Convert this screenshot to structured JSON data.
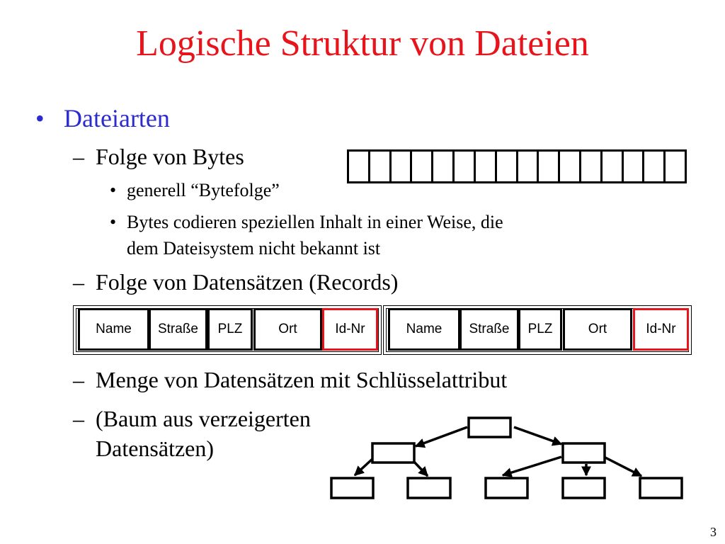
{
  "slide": {
    "title": "Logische Struktur von Dateien",
    "page_number": "3"
  },
  "content": {
    "l1_bullet": "•",
    "l1_text": "Dateiarten",
    "items": [
      {
        "dash": "–",
        "text": "Folge von Bytes"
      },
      {
        "dash": "–",
        "text": "Folge von Datensätzen (Records)"
      },
      {
        "dash": "–",
        "text": "Menge von Datensätzen mit Schlüsselattribut"
      },
      {
        "dash": "–",
        "text_line1": "(Baum aus verzeigerten",
        "text_line2": "Datensätzen)"
      }
    ],
    "sub_items": [
      {
        "bullet": "•",
        "text": "generell “Bytefolge”"
      },
      {
        "bullet": "•",
        "text_line1": "Bytes codieren speziellen Inhalt in einer Weise, die",
        "text_line2": "dem Dateisystem nicht bekannt ist"
      }
    ]
  },
  "byte_strip": {
    "cell_count": 16
  },
  "records": [
    {
      "fields": [
        "Name",
        "Straße",
        "PLZ",
        "Ort",
        "Id-Nr"
      ],
      "key_field": "Id-Nr"
    },
    {
      "fields": [
        "Name",
        "Straße",
        "PLZ",
        "Ort",
        "Id-Nr"
      ],
      "key_field": "Id-Nr"
    }
  ],
  "colors": {
    "title": "#e8141b",
    "level1": "#2b2bd0",
    "key_border": "#e8141b",
    "text": "#000000"
  }
}
